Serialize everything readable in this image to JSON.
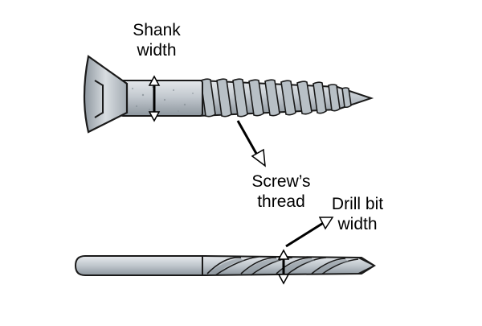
{
  "labels": {
    "shank_width": [
      "Shank",
      "width"
    ],
    "screw_thread": [
      "Screw’s",
      "thread"
    ],
    "drill_bit_width": [
      "Drill bit",
      "width"
    ]
  },
  "colors": {
    "metal_light": "#cdd3d8",
    "metal_mid": "#a9b1b8",
    "metal_dark": "#7c858d",
    "outline": "#1a1a1a",
    "arrow": "#000000"
  },
  "objects": [
    "wood-screw",
    "drill-bit"
  ]
}
